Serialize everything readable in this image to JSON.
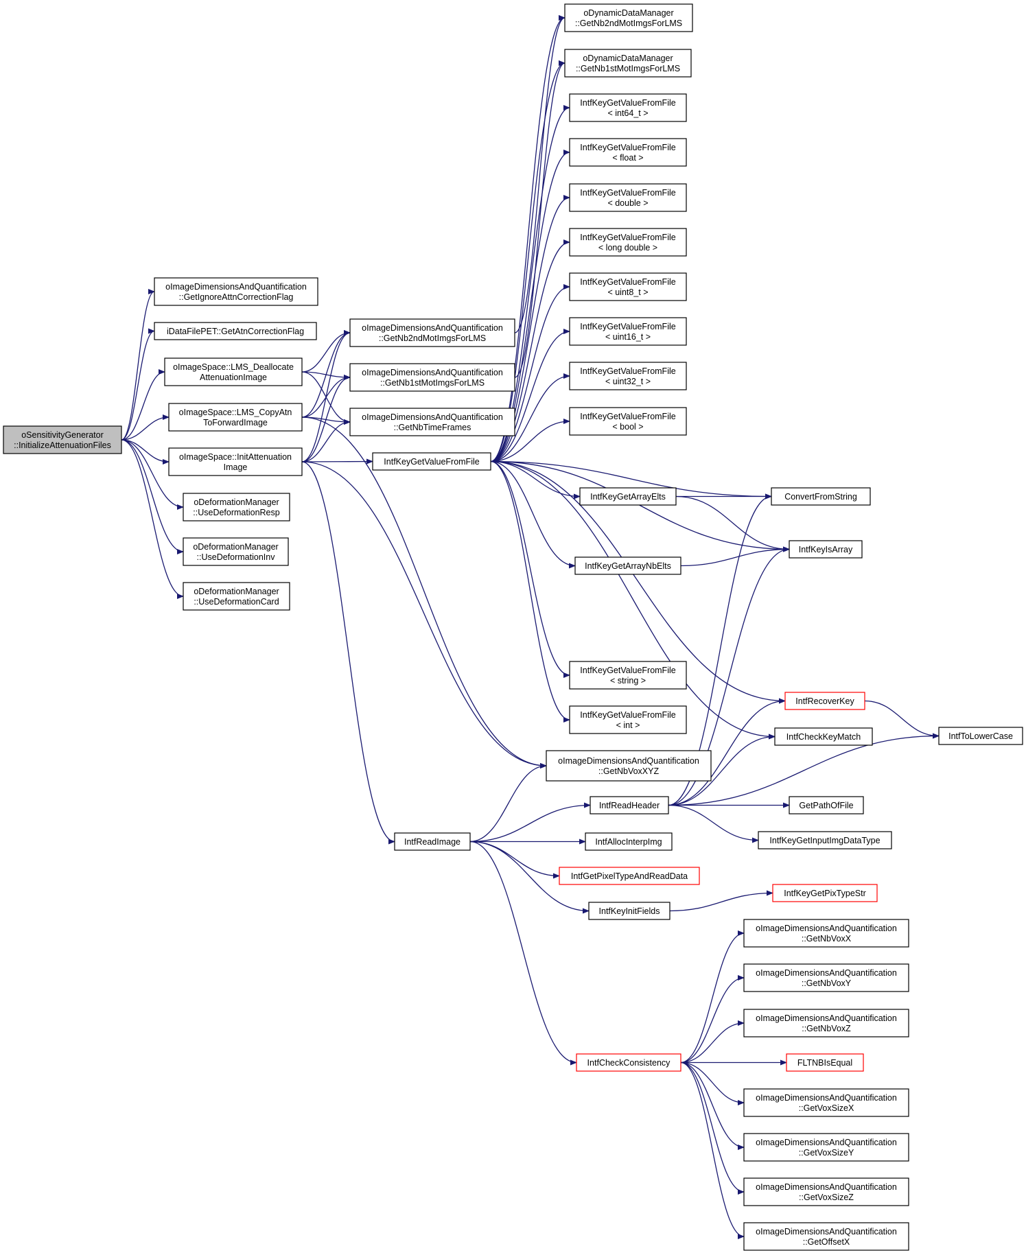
{
  "colors": {
    "edge": "#191970",
    "node_border": "#000000",
    "truncated_border": "#ff0000",
    "root_fill": "#bfbfbf",
    "background": "#ffffff"
  },
  "nodes": [
    {
      "id": "root",
      "lines": [
        "oSensitivityGenerator",
        "::InitializeAttenuationFiles"
      ]
    },
    {
      "id": "getIgnore",
      "lines": [
        "oImageDimensionsAndQuantification",
        "::GetIgnoreAttnCorrectionFlag"
      ]
    },
    {
      "id": "getAtnFlag",
      "lines": [
        "iDataFilePET::GetAtnCorrectionFlag"
      ]
    },
    {
      "id": "lmsDealloc",
      "lines": [
        "oImageSpace::LMS_Deallocate",
        "AttenuationImage"
      ]
    },
    {
      "id": "lmsCopy",
      "lines": [
        "oImageSpace::LMS_CopyAtn",
        "ToForwardImage"
      ]
    },
    {
      "id": "initAtn",
      "lines": [
        "oImageSpace::InitAttenuation",
        "Image"
      ]
    },
    {
      "id": "useResp",
      "lines": [
        "oDeformationManager",
        "::UseDeformationResp"
      ]
    },
    {
      "id": "useInv",
      "lines": [
        "oDeformationManager",
        "::UseDeformationInv"
      ]
    },
    {
      "id": "useCard",
      "lines": [
        "oDeformationManager",
        "::UseDeformationCard"
      ]
    },
    {
      "id": "iq2nd",
      "lines": [
        "oImageDimensionsAndQuantification",
        "::GetNb2ndMotImgsForLMS"
      ]
    },
    {
      "id": "iq1st",
      "lines": [
        "oImageDimensionsAndQuantification",
        "::GetNb1stMotImgsForLMS"
      ]
    },
    {
      "id": "iqTime",
      "lines": [
        "oImageDimensionsAndQuantification",
        "::GetNbTimeFrames"
      ]
    },
    {
      "id": "keyFile",
      "lines": [
        "IntfKeyGetValueFromFile"
      ]
    },
    {
      "id": "dyn2nd",
      "lines": [
        "oDynamicDataManager",
        "::GetNb2ndMotImgsForLMS"
      ]
    },
    {
      "id": "dyn1st",
      "lines": [
        "oDynamicDataManager",
        "::GetNb1stMotImgsForLMS"
      ]
    },
    {
      "id": "kInt64",
      "lines": [
        "IntfKeyGetValueFromFile",
        "< int64_t >"
      ]
    },
    {
      "id": "kFloat",
      "lines": [
        "IntfKeyGetValueFromFile",
        "< float >"
      ]
    },
    {
      "id": "kDouble",
      "lines": [
        "IntfKeyGetValueFromFile",
        "< double >"
      ]
    },
    {
      "id": "kLongDouble",
      "lines": [
        "IntfKeyGetValueFromFile",
        "< long double >"
      ]
    },
    {
      "id": "kUint8",
      "lines": [
        "IntfKeyGetValueFromFile",
        "< uint8_t >"
      ]
    },
    {
      "id": "kUint16",
      "lines": [
        "IntfKeyGetValueFromFile",
        "< uint16_t >"
      ]
    },
    {
      "id": "kUint32",
      "lines": [
        "IntfKeyGetValueFromFile",
        "< uint32_t >"
      ]
    },
    {
      "id": "kBool",
      "lines": [
        "IntfKeyGetValueFromFile",
        "< bool >"
      ]
    },
    {
      "id": "arrayElts",
      "lines": [
        "IntfKeyGetArrayElts"
      ]
    },
    {
      "id": "arrayNbElts",
      "lines": [
        "IntfKeyGetArrayNbElts"
      ]
    },
    {
      "id": "kString",
      "lines": [
        "IntfKeyGetValueFromFile",
        "< string >"
      ]
    },
    {
      "id": "kIntT",
      "lines": [
        "IntfKeyGetValueFromFile",
        "< int >"
      ]
    },
    {
      "id": "nbVoxXYZ",
      "lines": [
        "oImageDimensionsAndQuantification",
        "::GetNbVoxXYZ"
      ]
    },
    {
      "id": "convert",
      "lines": [
        "ConvertFromString"
      ]
    },
    {
      "id": "isArray",
      "lines": [
        "IntfKeyIsArray"
      ]
    },
    {
      "id": "recoverKey",
      "lines": [
        "IntfRecoverKey"
      ]
    },
    {
      "id": "checkKeyMatch",
      "lines": [
        "IntfCheckKeyMatch"
      ]
    },
    {
      "id": "toLower",
      "lines": [
        "IntfToLowerCase"
      ]
    },
    {
      "id": "readHeader",
      "lines": [
        "IntfReadHeader"
      ]
    },
    {
      "id": "getPath",
      "lines": [
        "GetPathOfFile"
      ]
    },
    {
      "id": "inputType",
      "lines": [
        "IntfKeyGetInputImgDataType"
      ]
    },
    {
      "id": "readImage",
      "lines": [
        "IntfReadImage"
      ]
    },
    {
      "id": "allocInterp",
      "lines": [
        "IntfAllocInterpImg"
      ]
    },
    {
      "id": "pixelType",
      "lines": [
        "IntfGetPixelTypeAndReadData"
      ]
    },
    {
      "id": "keyInit",
      "lines": [
        "IntfKeyInitFields"
      ]
    },
    {
      "id": "pixTypeStr",
      "lines": [
        "IntfKeyGetPixTypeStr"
      ]
    },
    {
      "id": "checkCons",
      "lines": [
        "IntfCheckConsistency"
      ]
    },
    {
      "id": "fltnb",
      "lines": [
        "FLTNBIsEqual"
      ]
    },
    {
      "id": "nbVoxX",
      "lines": [
        "oImageDimensionsAndQuantification",
        "::GetNbVoxX"
      ]
    },
    {
      "id": "nbVoxY",
      "lines": [
        "oImageDimensionsAndQuantification",
        "::GetNbVoxY"
      ]
    },
    {
      "id": "nbVoxZ",
      "lines": [
        "oImageDimensionsAndQuantification",
        "::GetNbVoxZ"
      ]
    },
    {
      "id": "voxSizeX",
      "lines": [
        "oImageDimensionsAndQuantification",
        "::GetVoxSizeX"
      ]
    },
    {
      "id": "voxSizeY",
      "lines": [
        "oImageDimensionsAndQuantification",
        "::GetVoxSizeY"
      ]
    },
    {
      "id": "voxSizeZ",
      "lines": [
        "oImageDimensionsAndQuantification",
        "::GetVoxSizeZ"
      ]
    },
    {
      "id": "offsetX",
      "lines": [
        "oImageDimensionsAndQuantification",
        "::GetOffsetX"
      ]
    }
  ],
  "edges": [
    [
      "root",
      "getIgnore"
    ],
    [
      "root",
      "getAtnFlag"
    ],
    [
      "root",
      "lmsDealloc"
    ],
    [
      "root",
      "lmsCopy"
    ],
    [
      "root",
      "initAtn"
    ],
    [
      "root",
      "useResp"
    ],
    [
      "root",
      "useInv"
    ],
    [
      "root",
      "useCard"
    ],
    [
      "lmsDealloc",
      "iq2nd"
    ],
    [
      "lmsDealloc",
      "iq1st"
    ],
    [
      "lmsDealloc",
      "iqTime"
    ],
    [
      "lmsCopy",
      "iq2nd"
    ],
    [
      "lmsCopy",
      "iq1st"
    ],
    [
      "lmsCopy",
      "iqTime"
    ],
    [
      "lmsCopy",
      "nbVoxXYZ"
    ],
    [
      "initAtn",
      "iq2nd"
    ],
    [
      "initAtn",
      "iq1st"
    ],
    [
      "initAtn",
      "iqTime"
    ],
    [
      "initAtn",
      "keyFile"
    ],
    [
      "initAtn",
      "nbVoxXYZ"
    ],
    [
      "initAtn",
      "readImage"
    ],
    [
      "iq2nd",
      "dyn2nd"
    ],
    [
      "iq1st",
      "dyn1st"
    ],
    [
      "keyFile",
      "dyn2nd"
    ],
    [
      "keyFile",
      "dyn1st"
    ],
    [
      "keyFile",
      "kInt64"
    ],
    [
      "keyFile",
      "kFloat"
    ],
    [
      "keyFile",
      "kDouble"
    ],
    [
      "keyFile",
      "kLongDouble"
    ],
    [
      "keyFile",
      "kUint8"
    ],
    [
      "keyFile",
      "kUint16"
    ],
    [
      "keyFile",
      "kUint32"
    ],
    [
      "keyFile",
      "kBool"
    ],
    [
      "keyFile",
      "convert"
    ],
    [
      "keyFile",
      "arrayElts"
    ],
    [
      "keyFile",
      "isArray"
    ],
    [
      "keyFile",
      "arrayNbElts"
    ],
    [
      "keyFile",
      "recoverKey"
    ],
    [
      "keyFile",
      "kString"
    ],
    [
      "keyFile",
      "kIntT"
    ],
    [
      "keyFile",
      "checkKeyMatch"
    ],
    [
      "arrayElts",
      "convert"
    ],
    [
      "arrayElts",
      "isArray"
    ],
    [
      "arrayNbElts",
      "isArray"
    ],
    [
      "recoverKey",
      "toLower"
    ],
    [
      "readHeader",
      "convert"
    ],
    [
      "readHeader",
      "isArray"
    ],
    [
      "readHeader",
      "recoverKey"
    ],
    [
      "readHeader",
      "checkKeyMatch"
    ],
    [
      "readHeader",
      "toLower"
    ],
    [
      "readHeader",
      "getPath"
    ],
    [
      "readHeader",
      "inputType"
    ],
    [
      "readImage",
      "nbVoxXYZ"
    ],
    [
      "readImage",
      "readHeader"
    ],
    [
      "readImage",
      "allocInterp"
    ],
    [
      "readImage",
      "pixelType"
    ],
    [
      "readImage",
      "keyInit"
    ],
    [
      "readImage",
      "checkCons"
    ],
    [
      "keyInit",
      "pixTypeStr"
    ],
    [
      "checkCons",
      "nbVoxX"
    ],
    [
      "checkCons",
      "nbVoxY"
    ],
    [
      "checkCons",
      "nbVoxZ"
    ],
    [
      "checkCons",
      "fltnb"
    ],
    [
      "checkCons",
      "voxSizeX"
    ],
    [
      "checkCons",
      "voxSizeY"
    ],
    [
      "checkCons",
      "voxSizeZ"
    ],
    [
      "checkCons",
      "offsetX"
    ]
  ]
}
